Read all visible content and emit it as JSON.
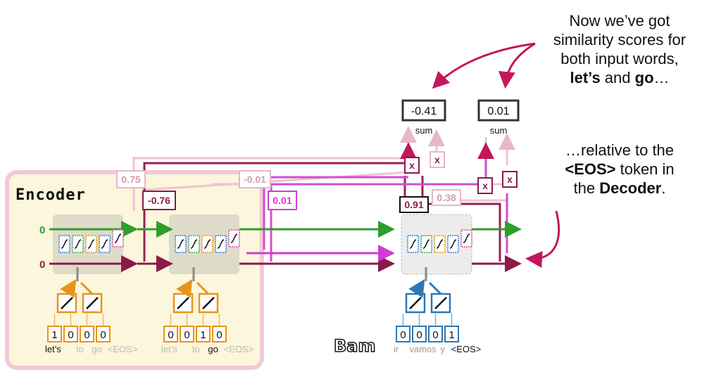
{
  "annotations": {
    "top": [
      "Now we’ve got",
      "similarity scores for",
      "both input words,"
    ],
    "top_bold_1": "let’s",
    "top_mid": " and ",
    "top_bold_2": "go",
    "top_end": "…",
    "right_1": "…relative to the",
    "right_bold_1": "<EOS>",
    "right_2": " token in",
    "right_3": "the ",
    "right_bold_2": "Decoder",
    "right_end": "."
  },
  "encoder_label": "Encoder",
  "bam_label": "Bam",
  "sum_label": "sum",
  "multiply_symbol": "x",
  "scores": {
    "lets": "-0.41",
    "go": "0.01"
  },
  "values": {
    "v_075": "0.75",
    "v_m076": "-0.76",
    "v_m001": "-0.01",
    "v_001": "0.01",
    "v_091": "0.91",
    "v_038": "0.38"
  },
  "init_labels": [
    "0",
    "0"
  ],
  "encoder_inputs": [
    {
      "vector": [
        "1",
        "0",
        "0",
        "0"
      ],
      "words": [
        "let’s",
        "to",
        "go",
        "<EOS>"
      ],
      "active": 0
    },
    {
      "vector": [
        "0",
        "0",
        "1",
        "0"
      ],
      "words": [
        "let’s",
        "to",
        "go",
        "<EOS>"
      ],
      "active": 2
    }
  ],
  "decoder_input": {
    "vector": [
      "0",
      "0",
      "0",
      "1"
    ],
    "words": [
      "ir",
      "vamos",
      "y",
      "<EOS>"
    ],
    "active": 3
  },
  "colors": {
    "green": "#2e9e2e",
    "maroon": "#8b1a4a",
    "magenta": "#d23ad6",
    "orange": "#e8941a",
    "blue": "#2a78b8",
    "encoder_bg": "#fbf6dc",
    "encoder_border": "#f2c9d6"
  }
}
